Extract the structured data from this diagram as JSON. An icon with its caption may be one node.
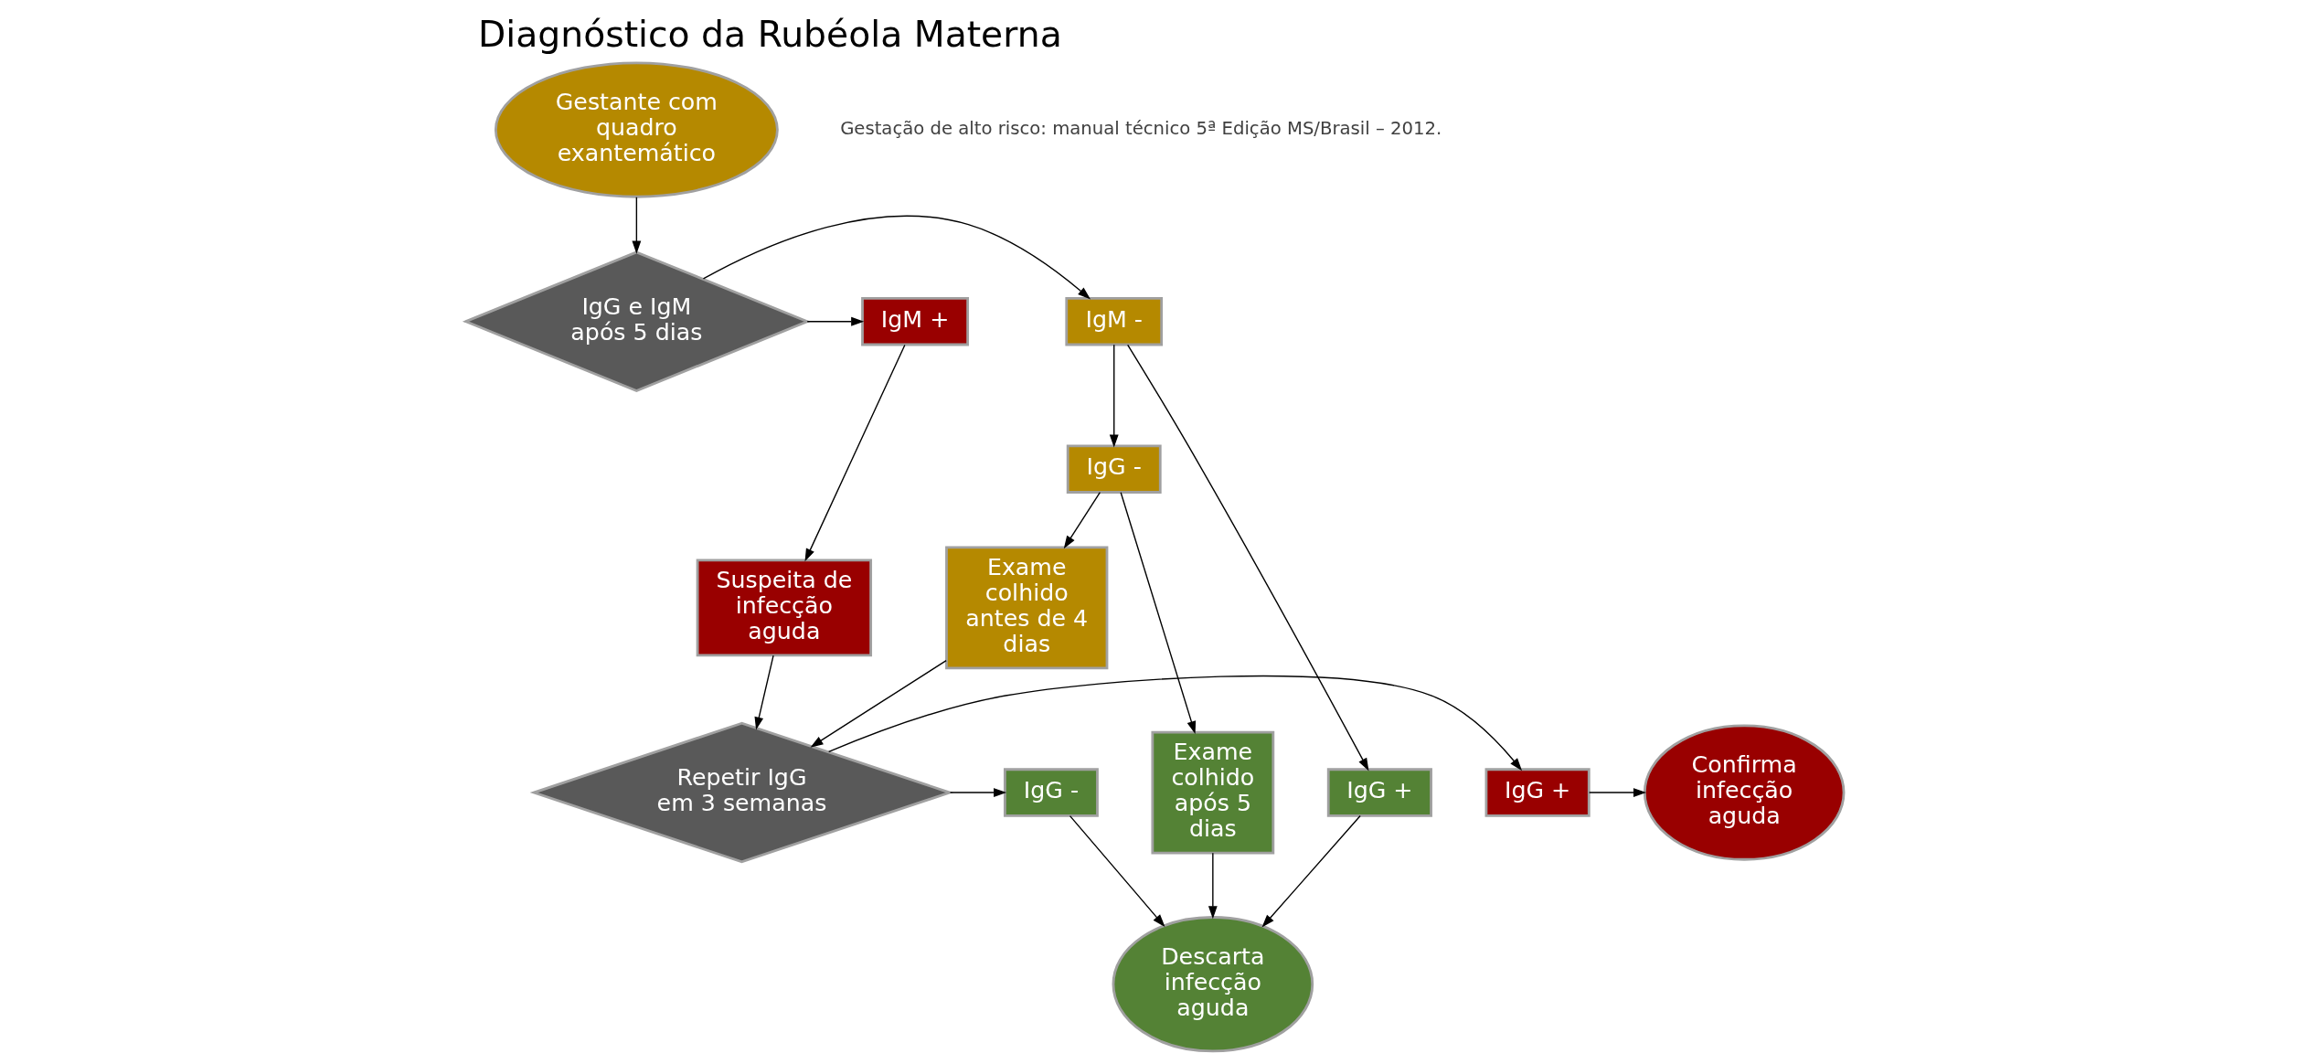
{
  "diagram": {
    "title": "Diagnóstico da Rubéola Materna",
    "nodes": [
      {
        "text": [
          "Gestante com quadro exantemático"
        ]
      },
      {
        "text": [
          "IgG e IgM após 5 dias"
        ]
      },
      {
        "text": [
          "IgM +"
        ]
      },
      {
        "text": [
          "IgM -"
        ]
      },
      {
        "text": [
          "IgG -"
        ]
      },
      {
        "text": [
          "IgG +"
        ]
      },
      {
        "text": [
          "Suspeita de infecção aguda"
        ]
      },
      {
        "text": [
          "Exame colhido antes de 4 dias"
        ]
      },
      {
        "text": [
          "Exame colhido após 5 dias"
        ]
      },
      {
        "text": [
          "Descarta infecção aguda"
        ]
      },
      {
        "text": [
          "Repetir IgG em 3 semanas"
        ]
      },
      {
        "text": [
          "IgG +"
        ]
      },
      {
        "text": [
          "IgG -"
        ]
      },
      {
        "text": [
          "Confirma infecção aguda"
        ]
      }
    ],
    "edges": [
      {
        "from": 0,
        "to": 1,
        "arrow": "to"
      },
      {
        "from": 1,
        "to": 2,
        "arrow": "to"
      },
      {
        "from": 1,
        "to": 3,
        "arrow": "to"
      },
      {
        "from": 3,
        "to": 4,
        "arrow": "to"
      },
      {
        "from": 3,
        "to": 5,
        "arrow": "to"
      },
      {
        "from": 2,
        "to": 6,
        "arrow": "to"
      },
      {
        "from": 4,
        "to": 7,
        "arrow": "to"
      },
      {
        "from": 4,
        "to": 8,
        "arrow": "to"
      },
      {
        "from": 5,
        "to": 9,
        "arrow": "to"
      },
      {
        "from": 6,
        "to": 10,
        "arrow": "to"
      },
      {
        "from": 7,
        "to": 10,
        "arrow": "to"
      },
      {
        "from": 8,
        "to": 9,
        "arrow": "to"
      },
      {
        "from": 10,
        "to": 11,
        "arrow": "to"
      },
      {
        "from": 11,
        "to": 13,
        "arrow": "to"
      },
      {
        "from": 10,
        "to": 12,
        "arrow": "to"
      },
      {
        "from": 12,
        "to": 9,
        "arrow": "to"
      }
    ],
    "labels": [
      "Gestação de alto risco: manual técnico 5ª Edição MS/Brasil – 2012."
    ]
  }
}
